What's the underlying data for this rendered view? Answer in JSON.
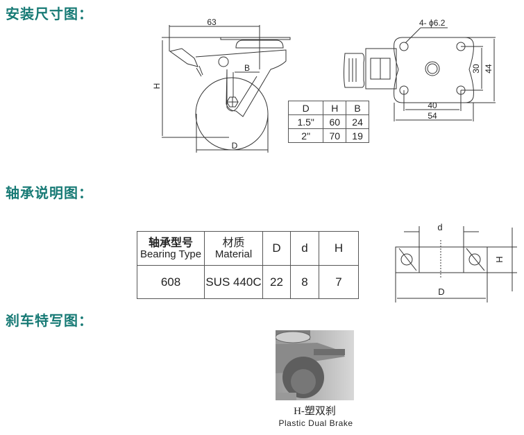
{
  "sections": {
    "install": "安装尺寸图：",
    "bearing": "轴承说明图：",
    "brake": "刹车特写图："
  },
  "caster_drawing": {
    "width_label": "63",
    "height_label": "H",
    "b_label": "B",
    "d_label": "D",
    "hole_label": "4- ϕ6.2",
    "dim_30": "30",
    "dim_44": "44",
    "dim_40": "40",
    "dim_54": "54"
  },
  "size_table": {
    "headers": [
      "D",
      "H",
      "B"
    ],
    "rows": [
      [
        "1.5\"",
        "60",
        "24"
      ],
      [
        "2\"",
        "70",
        "19"
      ]
    ]
  },
  "bearing_table": {
    "header_type_cn": "轴承型号",
    "header_type_en": "Bearing Type",
    "header_material_cn": "材质",
    "header_material_en": "Material",
    "header_D": "D",
    "header_d": "d",
    "header_H": "H",
    "row": {
      "type": "608",
      "material": "SUS 440C",
      "D": "22",
      "d": "8",
      "H": "7"
    }
  },
  "bearing_drawing": {
    "d_label": "d",
    "D_label": "D",
    "H_label": "H"
  },
  "brake_photo": {
    "caption_cn": "H-塑双刹",
    "caption_en": "Plastic Dual Brake"
  }
}
